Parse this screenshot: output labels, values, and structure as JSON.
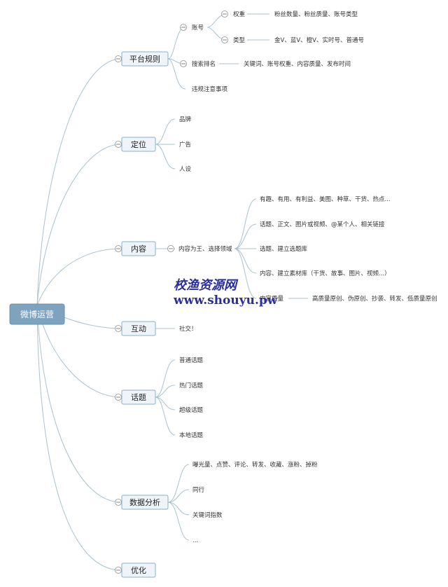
{
  "root": "微博运营",
  "branches": {
    "platform": "平台规则",
    "positioning": "定位",
    "content": "内容",
    "interaction": "互动",
    "topic": "话题",
    "data_analysis": "数据分析",
    "optimize": "优化"
  },
  "platform": {
    "account": "账号",
    "weight": "权重",
    "weight_detail": "粉丝数量、粉丝质量、账号类型",
    "type": "类型",
    "type_detail": "金V、蓝V、橙V、实时号、普通号",
    "search_rank": "搜索排名",
    "search_rank_detail": "关键词、账号权重、内容质量、发布时间",
    "violation": "违规注意事项"
  },
  "positioning": {
    "items": [
      "品牌",
      "广告",
      "人设"
    ]
  },
  "content": {
    "main": "内容为王、选择领域",
    "items": [
      "有趣、有用、有利益、美图、种草、干货、热点...",
      "话题、正文、图片或视频、@某个人、相关链接",
      "选题、建立选题库",
      "内容、建立素材库（干货、故事、图片、视频...）",
      "内容质量"
    ],
    "quality_detail": "高质量原创、伪原创、抄袭、转发、低质量原创"
  },
  "interaction": {
    "item": "社交！"
  },
  "topic": {
    "items": [
      "普通话题",
      "热门话题",
      "超级话题",
      "本地话题"
    ]
  },
  "data_analysis": {
    "items": [
      "曝光量、点赞、评论、转发、收藏、涨粉、掉粉",
      "同行",
      "关键词指数",
      "..."
    ]
  },
  "watermark": {
    "line1": "校渔资源网",
    "line2": "www.shouyu.pw"
  }
}
